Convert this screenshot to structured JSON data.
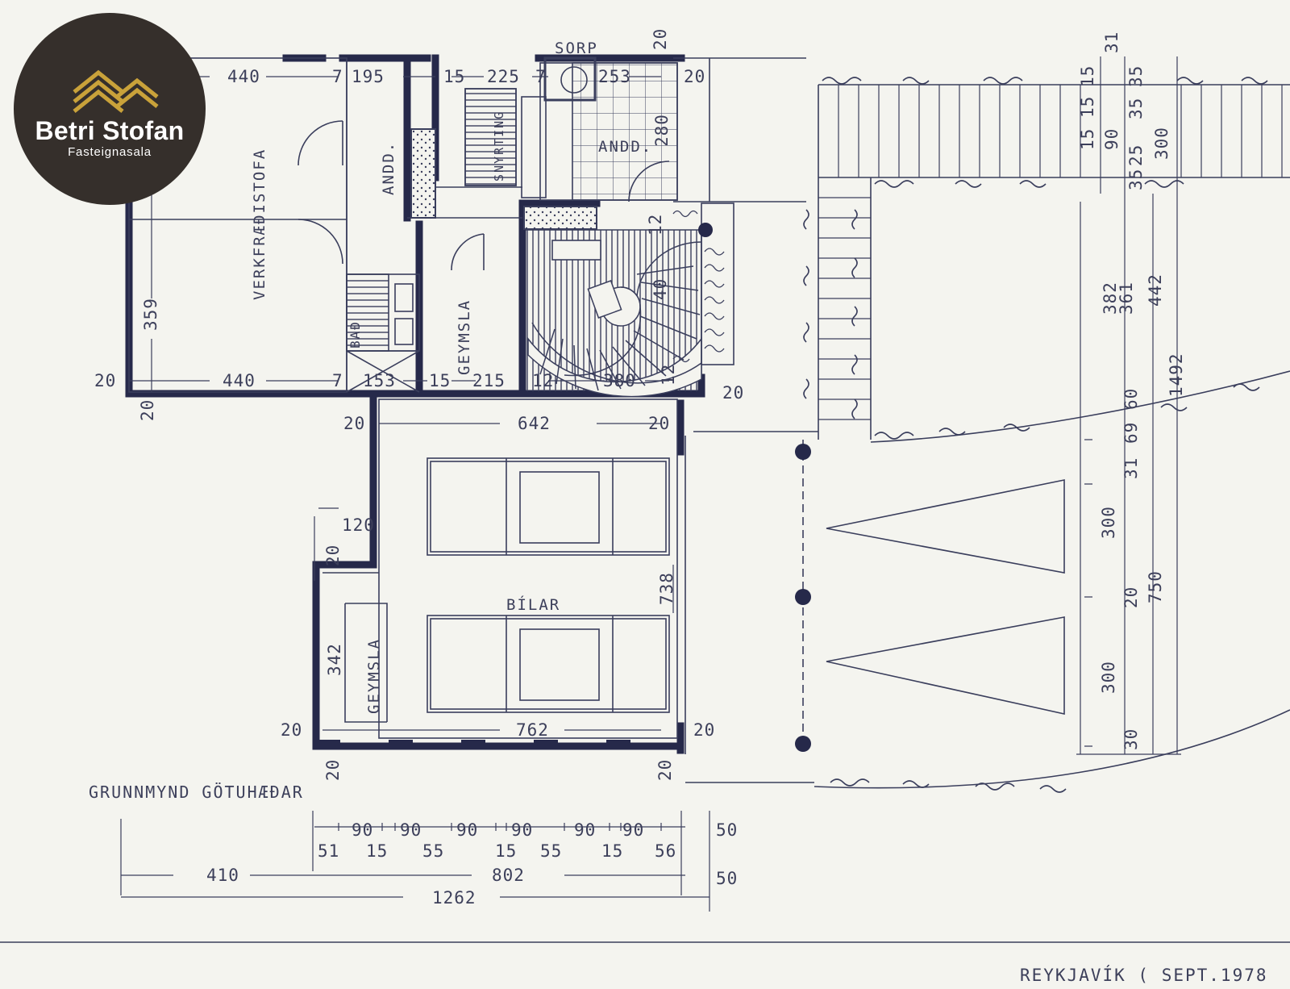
{
  "logo": {
    "name": "Betri Stofan",
    "subtitle": "Fasteignasala",
    "accent_color": "#c9a23a",
    "background_color": "#352f2b",
    "icon": "roof-chevrons-icon"
  },
  "plan": {
    "line_color": "#2b2f4f",
    "caption": "GRUNNMYND GÖTUHÆÐAR",
    "footer": "REYKJAVÍK ( SEPT.1978",
    "rooms": {
      "verkfraedistofa": "VERKFRÆÐISTOFA",
      "andd_left": "ANDD.",
      "andd_right": "ANDD.",
      "sorp": "SORP",
      "snyrting": "SNYRTING",
      "bad": "BAÐ",
      "geymsla_upper": "GEYMSLA",
      "geymsla_lower": "GEYMSLA",
      "bilar": "BÍLAR"
    },
    "dimensions": {
      "top_440": "440",
      "top_7a": "7",
      "top_195": "195",
      "top_15": "15",
      "top_225": "225",
      "top_7b": "7",
      "top_253": "253",
      "top_20": "20",
      "top_20_vert": "20",
      "bot_440": "440",
      "bot_7": "7",
      "bot_153": "153",
      "bot_15": "15",
      "bot_215": "215",
      "bot_12": "12",
      "bot_380": "380",
      "bot_12b": "12",
      "left_359": "359",
      "left_20": "20",
      "left_20_vert": "20",
      "right_20": "20",
      "garage_20_left": "20",
      "garage_642": "642",
      "garage_20_right": "20",
      "dim_120": "120",
      "dim_20_small": "20",
      "dim_342": "342",
      "dim_738": "738",
      "garage_20_bl": "20",
      "garage_762": "762",
      "garage_20_br": "20",
      "garage_20_vert_l": "20",
      "garage_20_vert_r": "20",
      "andd_280": "280",
      "stair_40": "40",
      "stair_12": "12",
      "r_31": "31",
      "r_35a": "35",
      "r_15a": "15",
      "r_15b": "15",
      "r_15c": "15",
      "r_90": "90",
      "r_35b": "35",
      "r_300": "300",
      "r_35c": "35",
      "r_25": "25",
      "r_382": "382",
      "r_361": "361",
      "r_442": "442",
      "r_1492": "1492",
      "r_60": "60",
      "r_69": "69",
      "r_31b": "31",
      "r_300b": "300",
      "r_20": "20",
      "r_750": "750",
      "r_300c": "300",
      "r_30": "30",
      "b_51": "51",
      "b_90a": "90",
      "b_15a": "15",
      "b_90b": "90",
      "b_55a": "55",
      "b_90c": "90",
      "b_15b": "15",
      "b_90d": "90",
      "b_55b": "55",
      "b_90e": "90",
      "b_15c": "15",
      "b_90f": "90",
      "b_56": "56",
      "b_50a": "50",
      "b_410": "410",
      "b_802": "802",
      "b_50b": "50",
      "b_1262": "1262"
    }
  }
}
